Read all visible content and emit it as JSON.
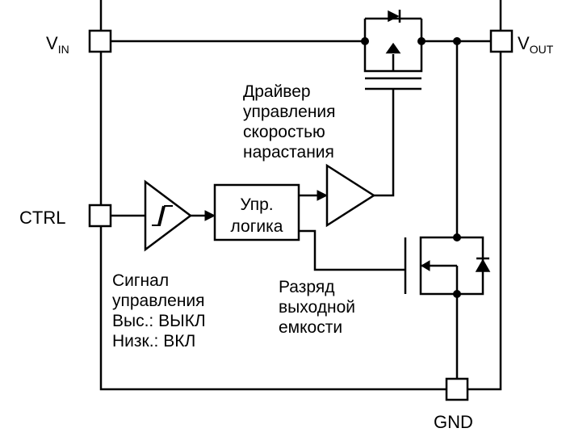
{
  "pins": {
    "vin": {
      "main": "V",
      "sub": "IN"
    },
    "vout": {
      "main": "V",
      "sub": "OUT"
    },
    "ctrl": "CTRL",
    "gnd": "GND"
  },
  "blocks": {
    "logic_line1": "Упр.",
    "logic_line2": "логика"
  },
  "annotations": {
    "driver": [
      "Драйвер",
      "управления",
      "скоростью",
      "нарастания"
    ],
    "control_signal": [
      "Сигнал",
      "управления",
      "Выс.: ВЫКЛ",
      "Низк.: ВКЛ"
    ],
    "discharge": [
      "Разряд",
      "выходной",
      "емкости"
    ]
  }
}
